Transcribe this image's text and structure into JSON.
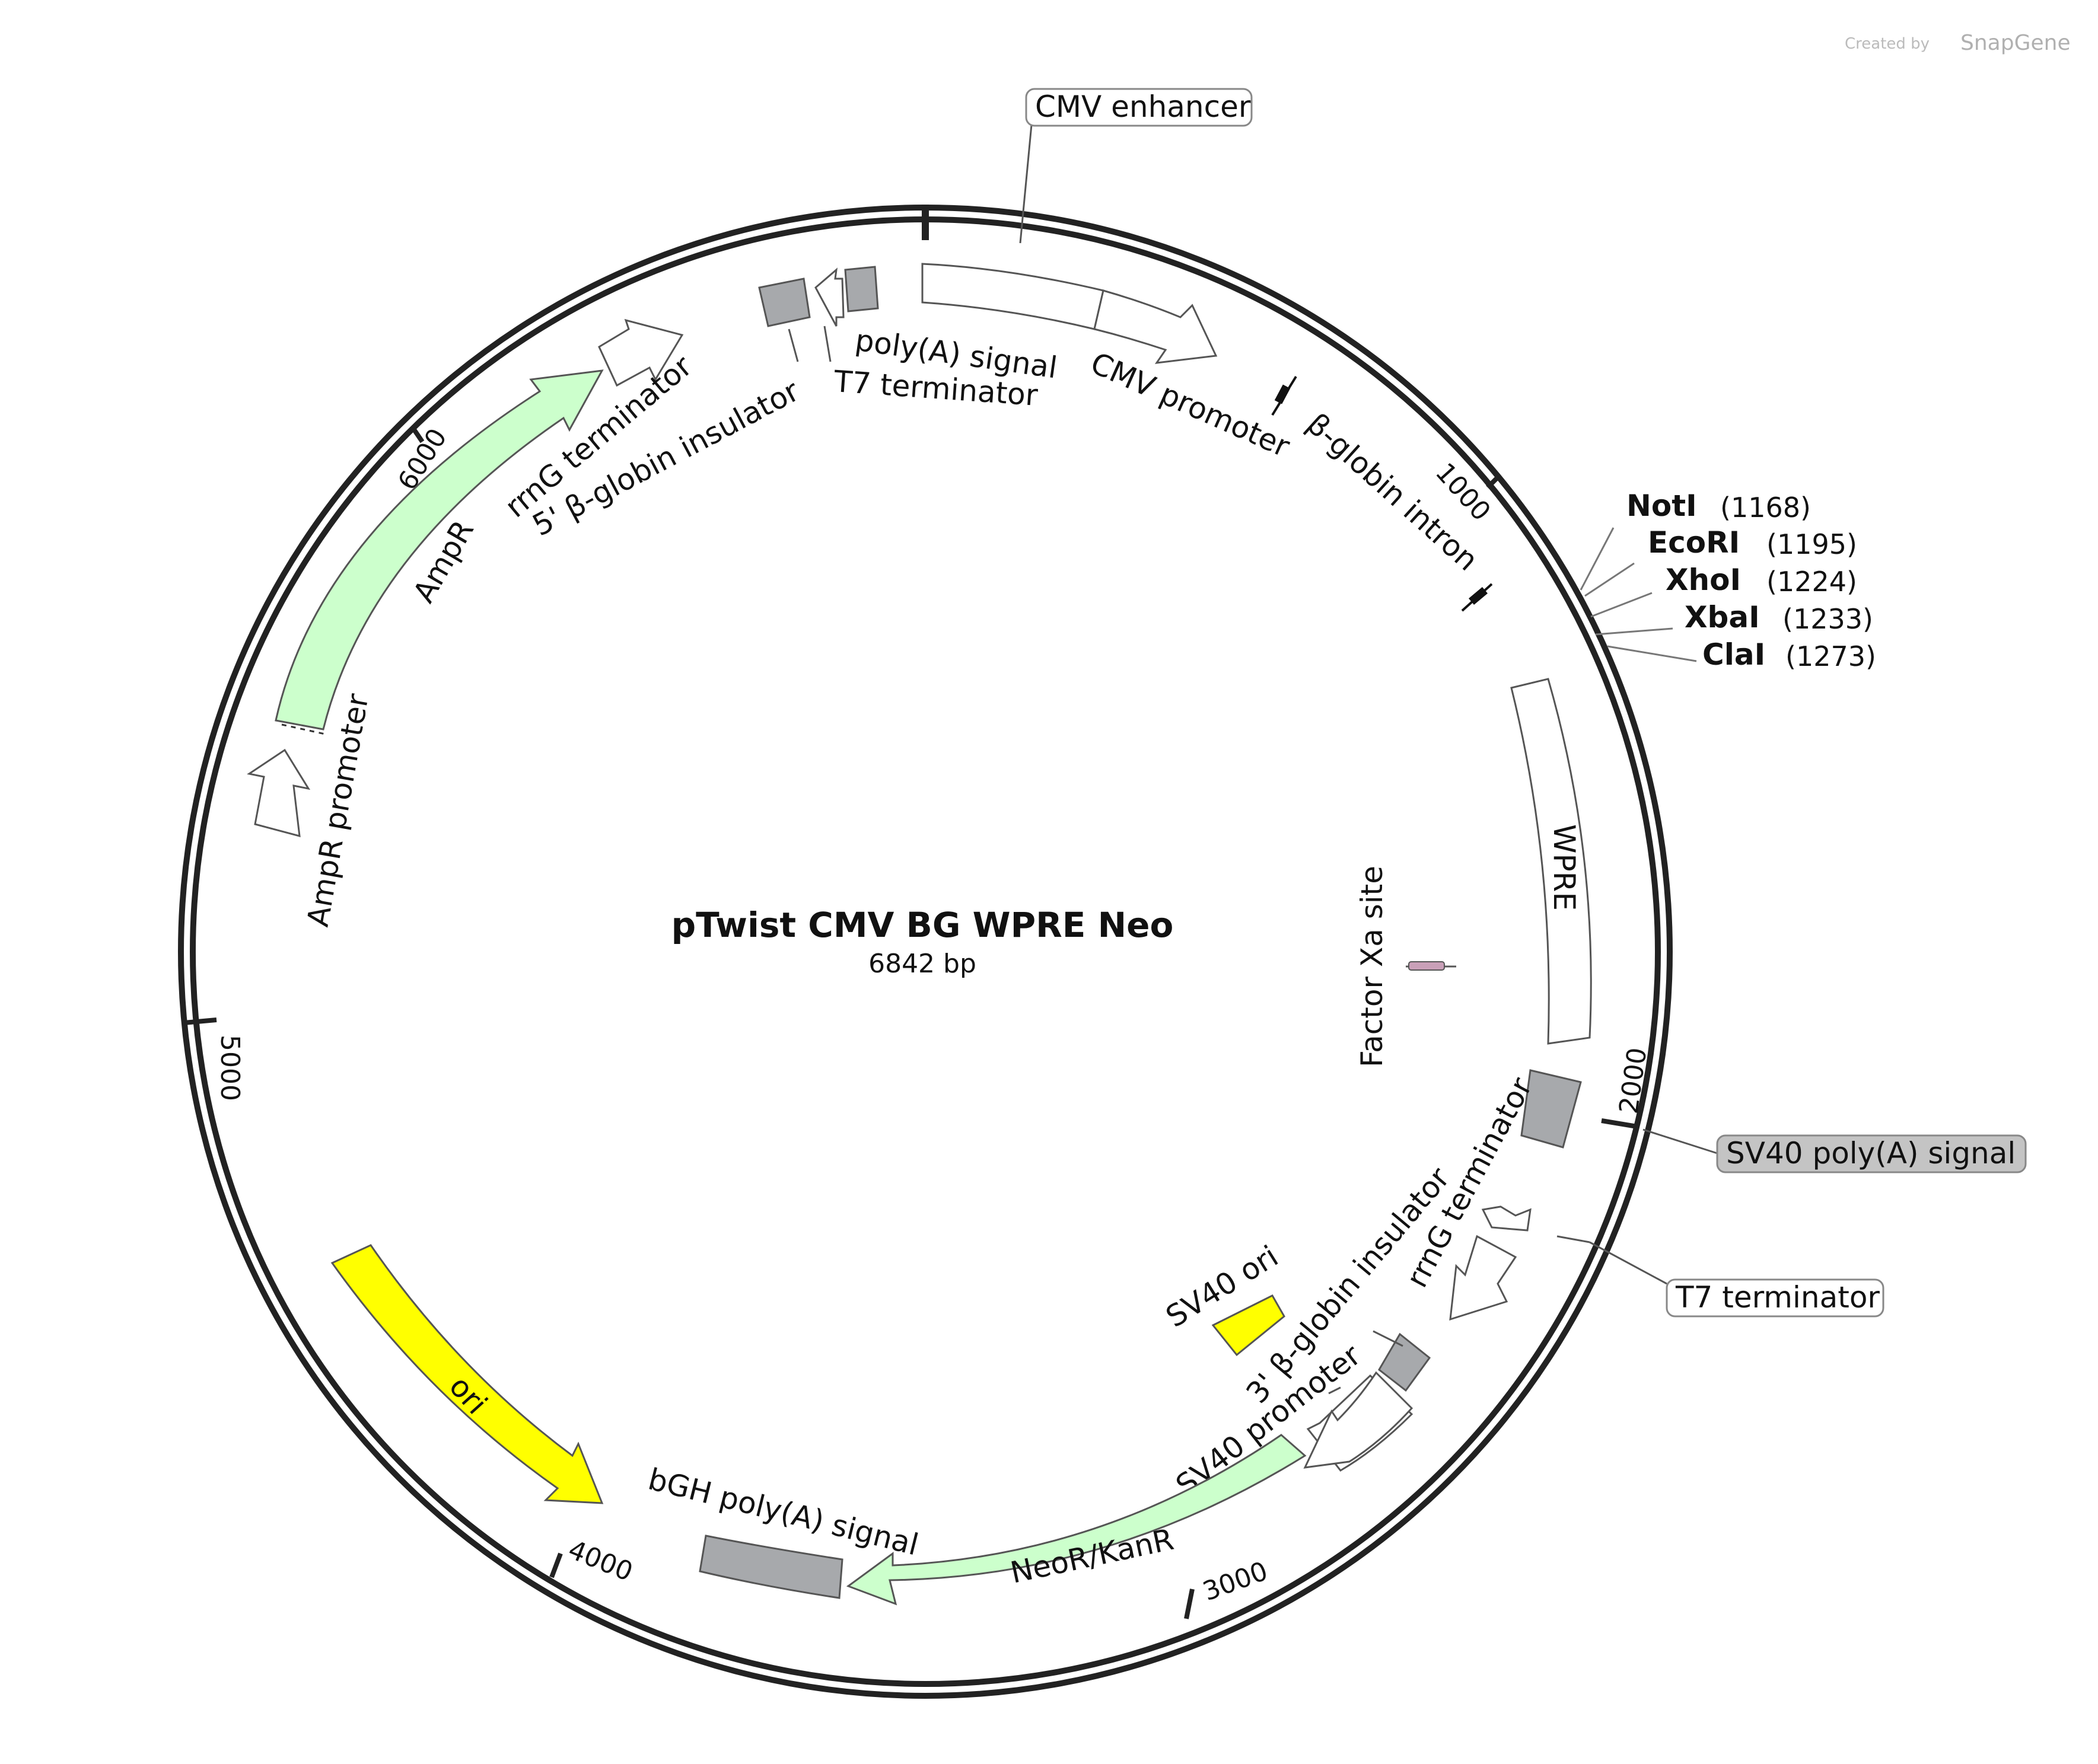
{
  "credit": {
    "prefix": "Created by",
    "brand": "SnapGene"
  },
  "plasmid": {
    "name": "pTwist CMV BG WPRE Neo",
    "size_label": "6842 bp"
  },
  "ticks": [
    {
      "label": "1000"
    },
    {
      "label": "2000"
    },
    {
      "label": "3000"
    },
    {
      "label": "4000"
    },
    {
      "label": "5000"
    },
    {
      "label": "6000"
    }
  ],
  "enzymes": [
    {
      "name": "NotI",
      "pos": "(1168)"
    },
    {
      "name": "EcoRI",
      "pos": "(1195)"
    },
    {
      "name": "XhoI",
      "pos": "(1224)"
    },
    {
      "name": "XbaI",
      "pos": "(1233)"
    },
    {
      "name": "ClaI",
      "pos": "(1273)"
    }
  ],
  "features": {
    "cmv_enhancer": "CMV enhancer",
    "cmv_promoter": "CMV promoter",
    "bglobin_intron": "β-globin intron",
    "wpre": "WPRE",
    "factor_xa": "Factor Xa site",
    "sv40_polya": "SV40 poly(A) signal",
    "t7_term_1": "T7 terminator",
    "rrng_term_1": "rrnG terminator",
    "bglobin_3": "3' β-globin insulator",
    "sv40_promoter": "SV40 promoter",
    "sv40_ori": "SV40 ori",
    "neor": "NeoR/KanR",
    "bgh_polya": "bGH poly(A) signal",
    "ori": "ori",
    "ampr_promoter": "AmpR promoter",
    "ampr": "AmpR",
    "rrng_term_2": "rrnG terminator",
    "bglobin_5": "5' β-globin insulator",
    "t7_term_2": "T7 terminator",
    "polya_signal": "poly(A) signal"
  },
  "colors": {
    "backbone": "#222222",
    "gray_feature": "#a7a9ac",
    "green_feature": "#ccffcc",
    "yellow_feature": "#ffff00",
    "outline": "#555555",
    "factor_xa": "#c9a0b8"
  }
}
